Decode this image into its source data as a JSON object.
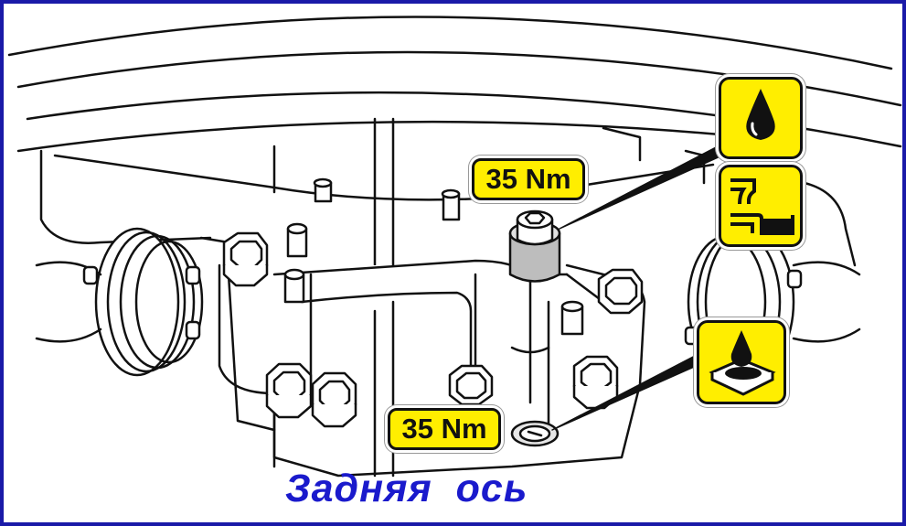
{
  "labels": {
    "torque_top": "35 Nm",
    "torque_bottom": "35 Nm"
  },
  "caption": "Задняя  ось",
  "icons": {
    "oil_drop": "oil-drop-icon",
    "fill_level": "oil-fill-level-icon",
    "drain": "oil-drain-icon"
  },
  "colors": {
    "label_fill": "#ffee00",
    "caption": "#1a1acc",
    "frame": "#1a1aa8",
    "line_art": "#111111"
  }
}
